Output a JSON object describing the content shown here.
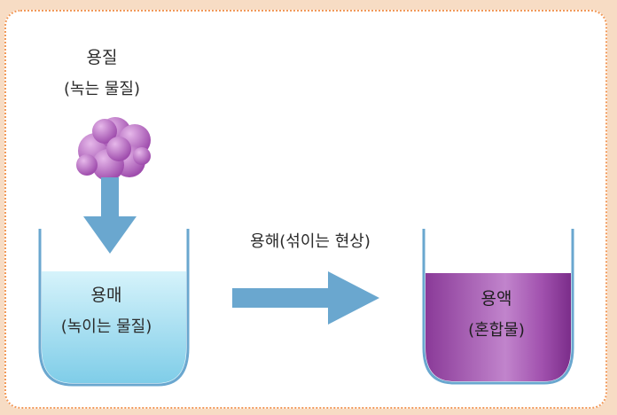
{
  "solute": {
    "title": "용질",
    "subtitle": "(녹는 물질)"
  },
  "solvent": {
    "title": "용매",
    "subtitle": "(녹이는 물질)"
  },
  "process": {
    "label": "용해(섞이는 현상)"
  },
  "solution": {
    "title": "용액",
    "subtitle": "(혼합물)"
  },
  "colors": {
    "frame_border": "#f29a5a",
    "arrow": "#6aa7cf",
    "solvent_liquid": "#a6def0",
    "solution_liquid": "#9b4aa8",
    "solute_blob": "#b46bbf",
    "beaker_outline": "#6aa7cf"
  },
  "icons": [
    "solute-cloud-icon",
    "down-arrow-icon",
    "right-arrow-icon",
    "solvent-beaker-icon",
    "solution-beaker-icon"
  ]
}
